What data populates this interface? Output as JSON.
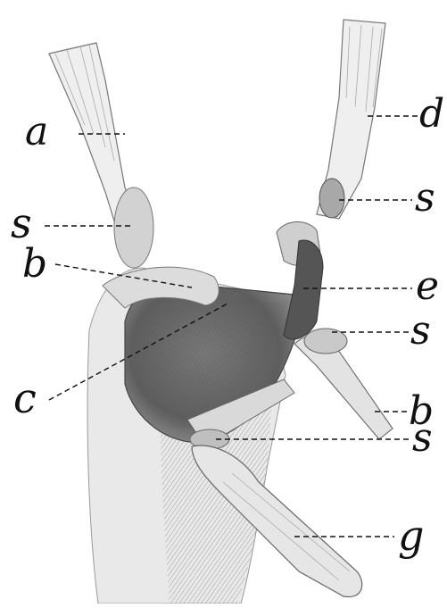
{
  "labels": {
    "a": "a",
    "s_upper_left": "s",
    "b_left": "b",
    "c": "c",
    "d": "d",
    "s_upper_right": "s",
    "e": "e",
    "s_mid_right": "s",
    "b_right": "b",
    "s_lower": "s",
    "g": "g"
  },
  "colors": {
    "ink": "#111111",
    "paper": "#ffffff",
    "dark_tissue": "#6f6f6f",
    "light_tissue": "#e9e9e9",
    "mid_tissue": "#bdbdbd"
  }
}
